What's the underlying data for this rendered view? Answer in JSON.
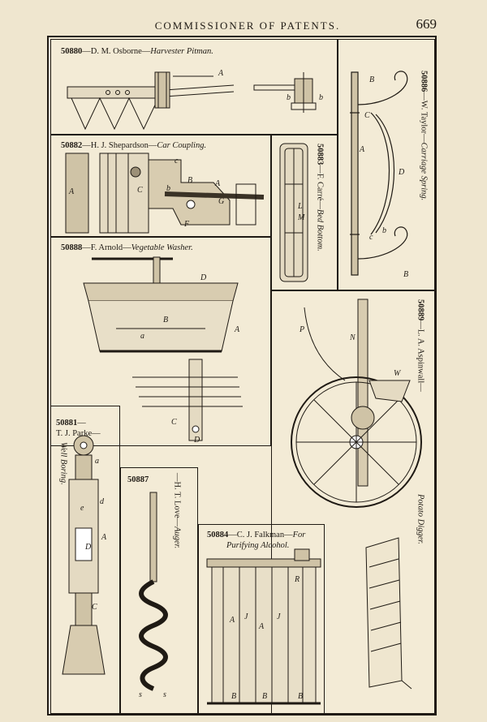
{
  "header": {
    "running_title": "COMMISSIONER OF PATENTS.",
    "page_number": "669"
  },
  "patents": {
    "p50880": {
      "number": "50880",
      "inventor": "—D. M. Osborne—",
      "title": "Harvester Pitman."
    },
    "p50882": {
      "number": "50882",
      "inventor": "—H. J. Shepardson—",
      "title": "Car Coupling."
    },
    "p50883": {
      "number": "50883",
      "inventor": "—F. Carré—",
      "title": "Bed Bottom."
    },
    "p50886": {
      "number": "50886",
      "inventor": "—W. Taylor—",
      "title": "Carriage Spring."
    },
    "p50888": {
      "number": "50888",
      "inventor": "—F. Arnold—",
      "title": "Vegetable Washer."
    },
    "p50889": {
      "number": "50889",
      "inventor": "—L. A. Aspinwall—",
      "title": "Potato Digger."
    },
    "p50881": {
      "number": "50881",
      "inventor_line1": "—",
      "inventor_line2": "T. J. Parke—",
      "title": "Well Boring."
    },
    "p50887": {
      "number": "50887",
      "inventor": "—H. T. Love—",
      "title": "Auger."
    },
    "p50884": {
      "number": "50884",
      "inventor": "—C. J. Falkman—",
      "title_line1": "For",
      "title_line2": "Purifying Alcohol."
    }
  },
  "figure_labels": {
    "osborne": [
      "A",
      "b",
      "b"
    ],
    "shepardson": [
      "A",
      "C",
      "B",
      "A",
      "G",
      "F",
      "c",
      "b"
    ],
    "carre": [
      "L",
      "M"
    ],
    "taylor": [
      "B",
      "C",
      "A",
      "D",
      "c",
      "B",
      "b"
    ],
    "arnold": [
      "D",
      "B",
      "a",
      "A",
      "C",
      "D"
    ],
    "aspinwall": [
      "P",
      "N",
      "W"
    ],
    "parke": [
      "a",
      "e",
      "d",
      "A",
      "D",
      "C"
    ],
    "love": [
      "s",
      "s"
    ],
    "falkman": [
      "R",
      "A",
      "A",
      "J",
      "J",
      "B",
      "B",
      "B"
    ]
  }
}
